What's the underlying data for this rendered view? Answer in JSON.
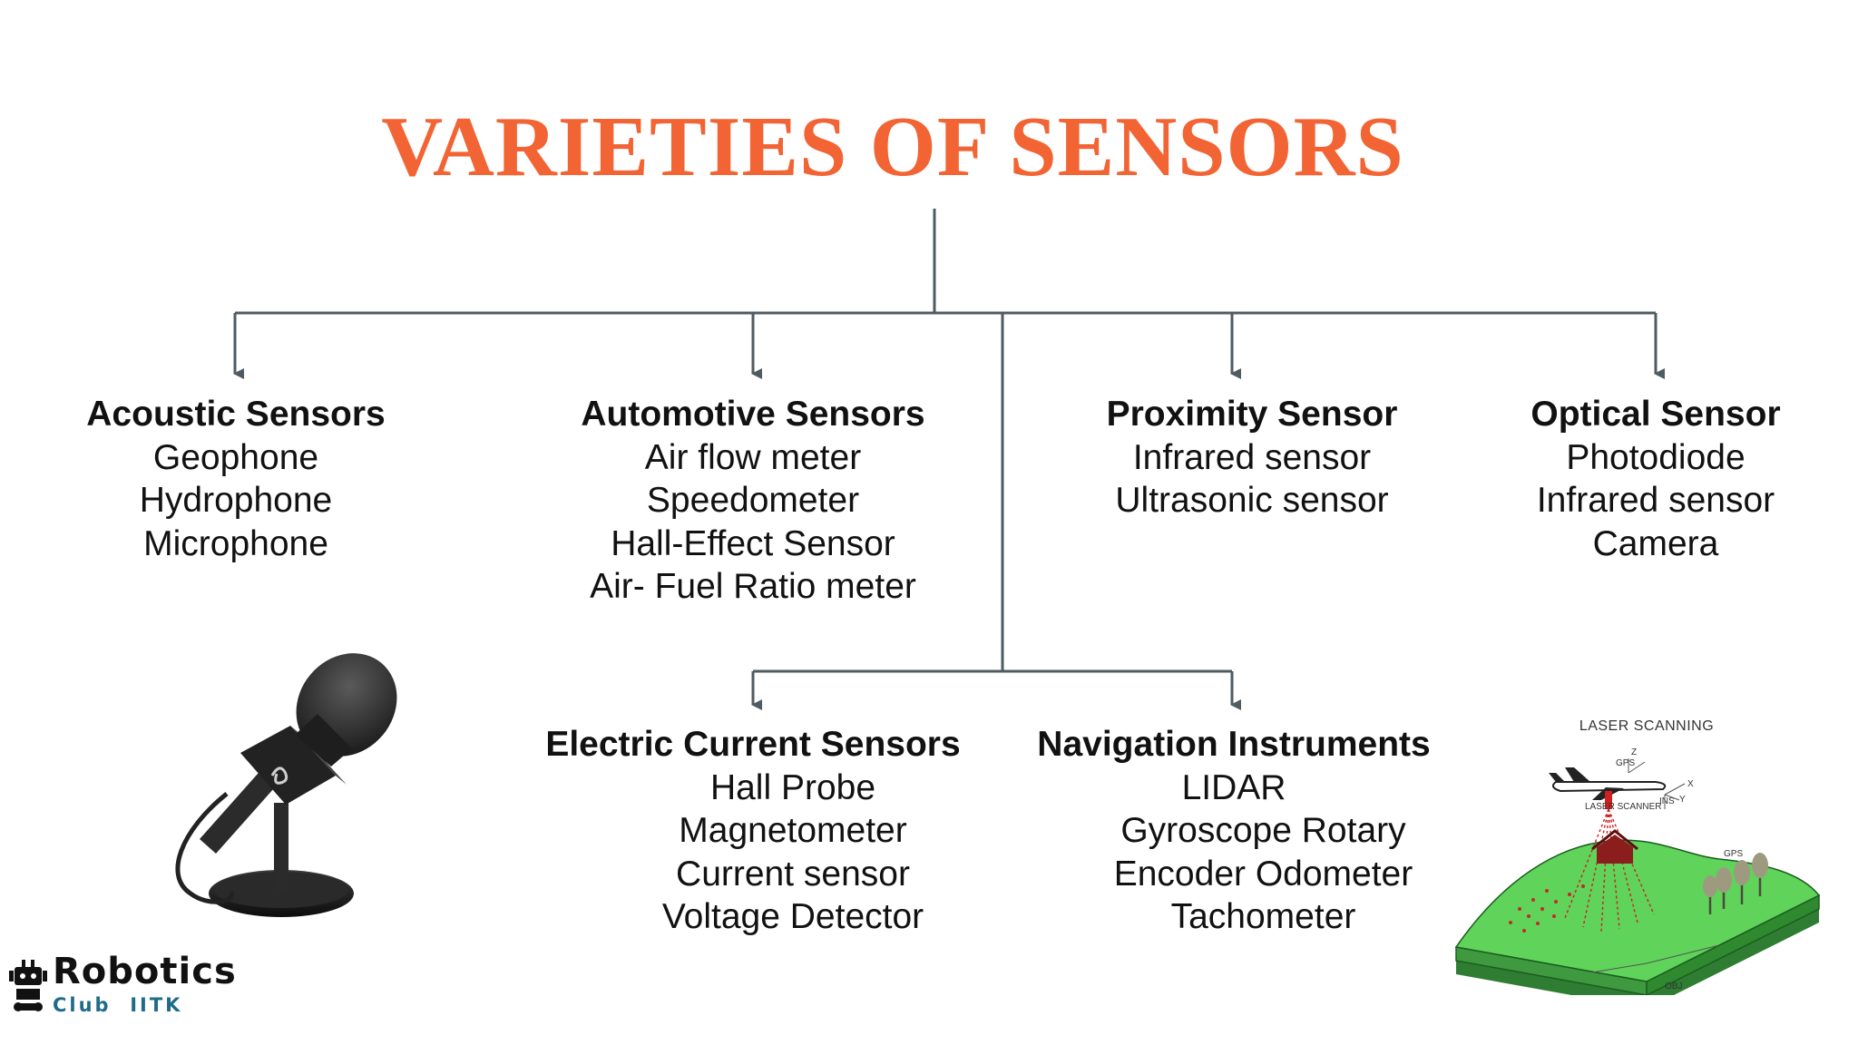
{
  "title": "VARIETIES OF SENSORS",
  "accent_color": "#F26434",
  "line_color": "#4F5B63",
  "groups": {
    "acoustic": {
      "head": "Acoustic Sensors",
      "items": [
        "Geophone",
        "Hydrophone",
        "Microphone"
      ]
    },
    "automotive": {
      "head": "Automotive Sensors",
      "items": [
        "Air flow meter",
        "Speedometer",
        "Hall-Effect Sensor",
        "Air- Fuel Ratio meter"
      ]
    },
    "proximity": {
      "head": "Proximity Sensor",
      "items": [
        "Infrared sensor",
        "Ultrasonic sensor"
      ]
    },
    "optical": {
      "head": "Optical Sensor",
      "items": [
        "Photodiode",
        "Infrared sensor",
        "Camera"
      ]
    },
    "electric": {
      "head": "Electric Current Sensors",
      "items": [
        "Hall Probe",
        "Magnetometer",
        "Current sensor",
        "Voltage Detector"
      ]
    },
    "navigation": {
      "head": "Navigation Instruments",
      "items": [
        "LIDAR",
        "Gyroscope  Rotary",
        "Encoder  Odometer",
        "Tachometer"
      ]
    }
  },
  "illustrations": {
    "microphone": "microphone-illustration",
    "laser": {
      "title": "LASER SCANNING",
      "labels": [
        "GPS",
        "LASER SCANNER",
        "INS",
        "GPS",
        "X",
        "Y",
        "Z",
        "OBJ"
      ]
    }
  },
  "logo": {
    "name": "Robotics",
    "sub": "Club  IITK"
  }
}
